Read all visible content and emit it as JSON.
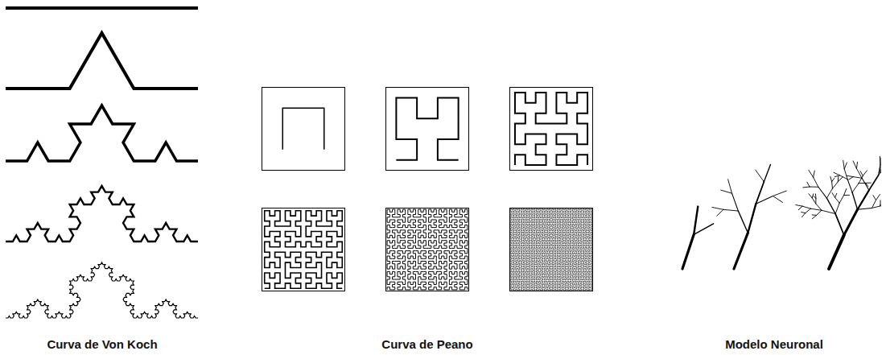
{
  "diagram": {
    "labels": [
      "Curva de Von Koch",
      "Curva de Peano",
      "Modelo Neuronal"
    ]
  }
}
